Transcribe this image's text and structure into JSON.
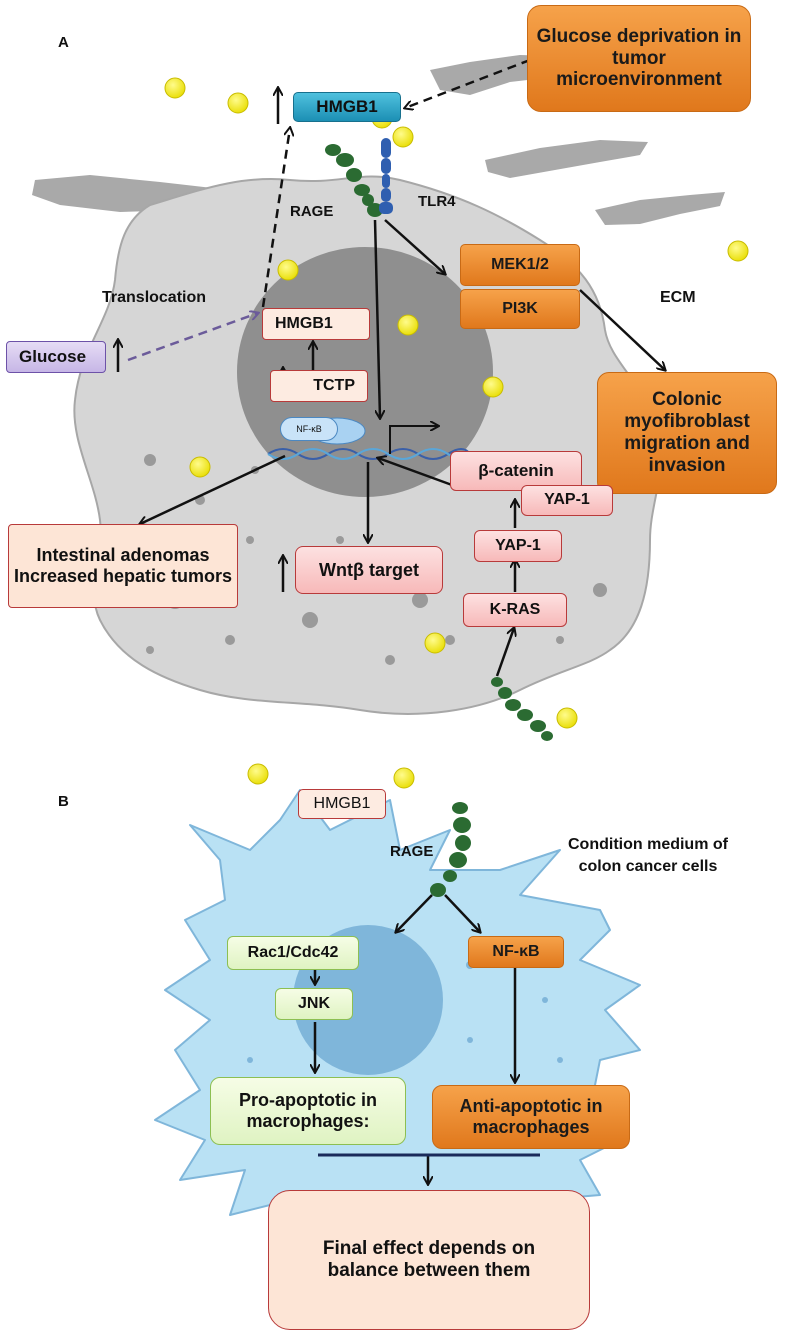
{
  "panel_a": {
    "letter": "A",
    "glucose_deprivation": "Glucose deprivation in tumor microenvironment",
    "hmgb1_top": "HMGB1",
    "rage": "RAGE",
    "tlr4": "TLR4",
    "translocation": "Translocation",
    "ecm": "ECM",
    "mek": "MEK1/2",
    "pi3k": "PI3K",
    "colonic": "Colonic myofibroblast migration and invasion",
    "glucose": "Glucose",
    "hmgb1_nucleus": "HMGB1",
    "tctp": "TCTP",
    "nfkb_small": "NF-κB",
    "beta_catenin": "β-catenin",
    "yap1_upper": "YAP-1",
    "yap1_lower": "YAP-1",
    "kras": "K-RAS",
    "intestinal": "Intestinal adenomas\nIncreased hepatic tumors",
    "wnt": "Wntβ target"
  },
  "panel_b": {
    "letter": "B",
    "hmgb1": "HMGB1",
    "rage": "RAGE",
    "condition_medium": "Condition medium of colon cancer cells",
    "rac1": "Rac1/Cdc42",
    "nfkb": "NF-κB",
    "jnk": "JNK",
    "pro_apoptotic": "Pro-apoptotic in macrophages:",
    "anti_apoptotic": "Anti-apoptotic in macrophages",
    "final_effect": "Final effect depends on balance between them"
  },
  "colors": {
    "cell_gray": "#d6d6d6",
    "nucleus_gray": "#8f8f8f",
    "macrophage_blue": "#b9e1f4",
    "macrophage_nucleus": "#7fb6da",
    "glucose_dot": "#f5ef00",
    "receptor_green": "#2b6b32",
    "receptor_blue": "#2f5fb0",
    "dashed_purple": "#6b5b9a"
  }
}
